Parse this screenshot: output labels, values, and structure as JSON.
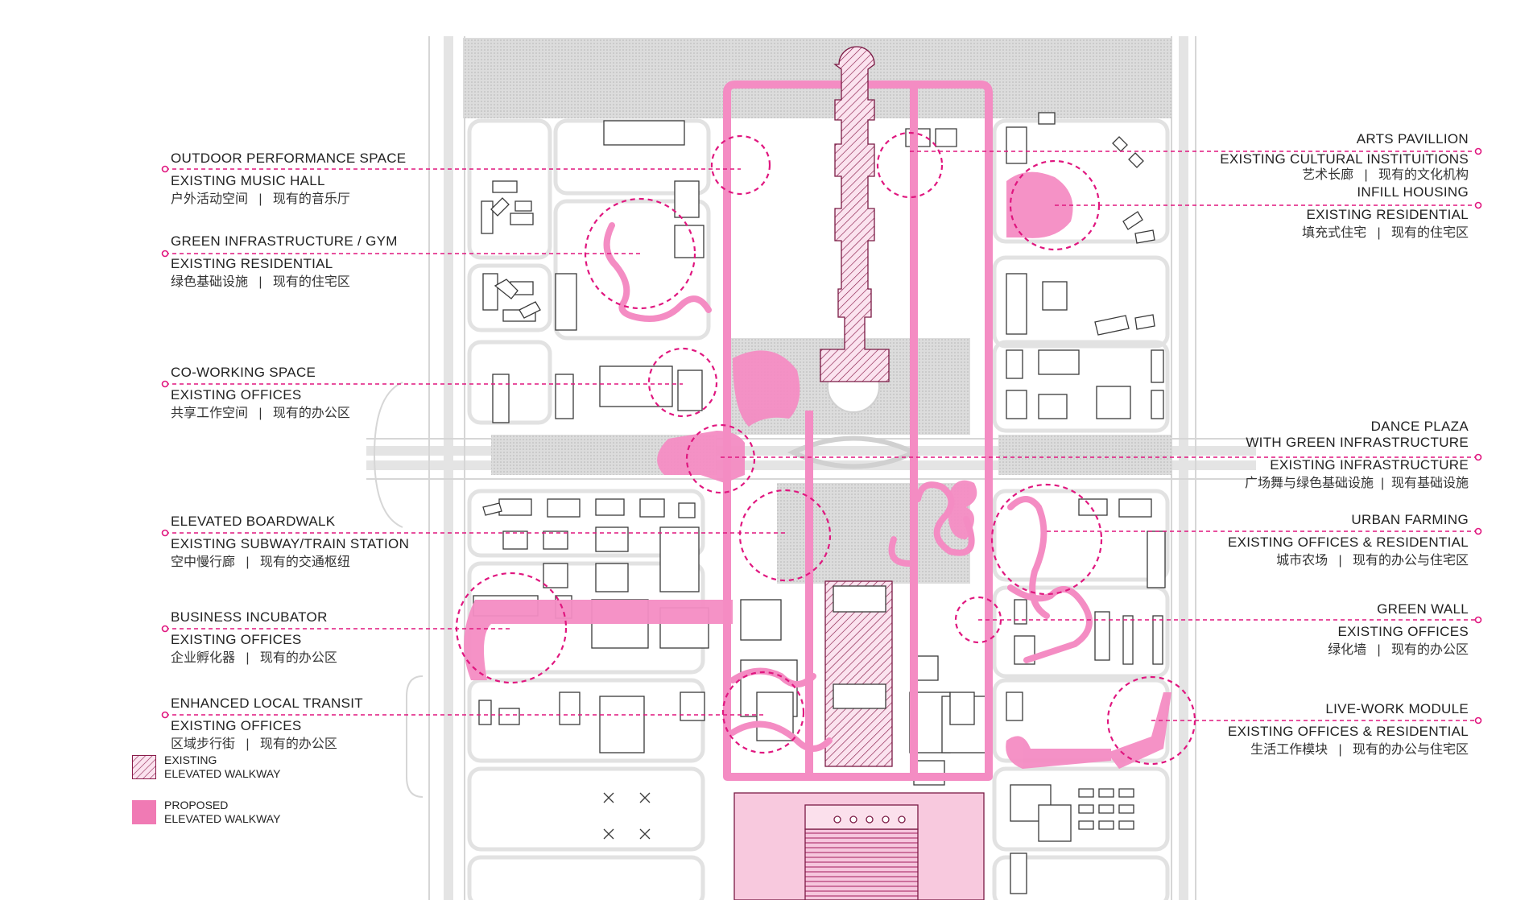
{
  "annotations_left": [
    {
      "id": "outdoor",
      "title": "OUTDOOR PERFORMANCE SPACE",
      "existing": "EXISTING MUSIC HALL",
      "zh_new": "户外活动空间",
      "zh_existing": "现有的音乐厅"
    },
    {
      "id": "green-gym",
      "title": "GREEN INFRASTRUCTURE / GYM",
      "existing": "EXISTING RESIDENTIAL",
      "zh_new": "绿色基础设施",
      "zh_existing": "现有的住宅区"
    },
    {
      "id": "coworking",
      "title": "CO-WORKING SPACE",
      "existing": "EXISTING OFFICES",
      "zh_new": "共享工作空间",
      "zh_existing": "现有的办公区"
    },
    {
      "id": "boardwalk",
      "title": "ELEVATED BOARDWALK",
      "existing": "EXISTING SUBWAY/TRAIN STATION",
      "zh_new": "空中慢行廊",
      "zh_existing": "现有的交通枢纽"
    },
    {
      "id": "incubator",
      "title": "BUSINESS INCUBATOR",
      "existing": "EXISTING OFFICES",
      "zh_new": "企业孵化器",
      "zh_existing": "现有的办公区"
    },
    {
      "id": "transit",
      "title": "ENHANCED LOCAL TRANSIT",
      "existing": "EXISTING OFFICES",
      "zh_new": "区域步行街",
      "zh_existing": "现有的办公区"
    }
  ],
  "annotations_right": [
    {
      "id": "arts",
      "title": "ARTS PAVILLION",
      "existing": "EXISTING CULTURAL INSTITUITIONS",
      "zh_new": "艺术长廊",
      "zh_existing": "现有的文化机构"
    },
    {
      "id": "infill",
      "title": "INFILL HOUSING",
      "existing": "EXISTING RESIDENTIAL",
      "zh_new": "填充式住宅",
      "zh_existing": "现有的住宅区"
    },
    {
      "id": "dance",
      "title": "DANCE PLAZA",
      "title2": "WITH GREEN INFRASTRUCTURE",
      "existing": "EXISTING INFRASTRUCTURE",
      "zh_new": "广场舞与绿色基础设施",
      "zh_existing": "现有基础设施"
    },
    {
      "id": "farming",
      "title": "URBAN FARMING",
      "existing": "EXISTING OFFICES & RESIDENTIAL",
      "zh_new": "城市农场",
      "zh_existing": "现有的办公与住宅区"
    },
    {
      "id": "greenwall",
      "title": "GREEN WALL",
      "existing": "EXISTING OFFICES",
      "zh_new": "绿化墙",
      "zh_existing": "现有的办公区"
    },
    {
      "id": "livework",
      "title": "LIVE-WORK MODULE",
      "existing": "EXISTING OFFICES & RESIDENTIAL",
      "zh_new": "生活工作模块",
      "zh_existing": "现有的办公与住宅区"
    }
  ],
  "separator": "|",
  "legend": {
    "existing": {
      "line1": "EXISTING",
      "line2": "ELEVATED WALKWAY"
    },
    "proposed": {
      "line1": "PROPOSED",
      "line2": "ELEVATED WALKWAY"
    }
  },
  "colors": {
    "accent_magenta": "#e0177f",
    "proposed_fill": "#f07ab4",
    "walkway_pink": "#f48cc3",
    "existing_hatch": "#c2185b",
    "road_gray": "#e6e6e6",
    "green_gray": "#d2d2d2"
  }
}
